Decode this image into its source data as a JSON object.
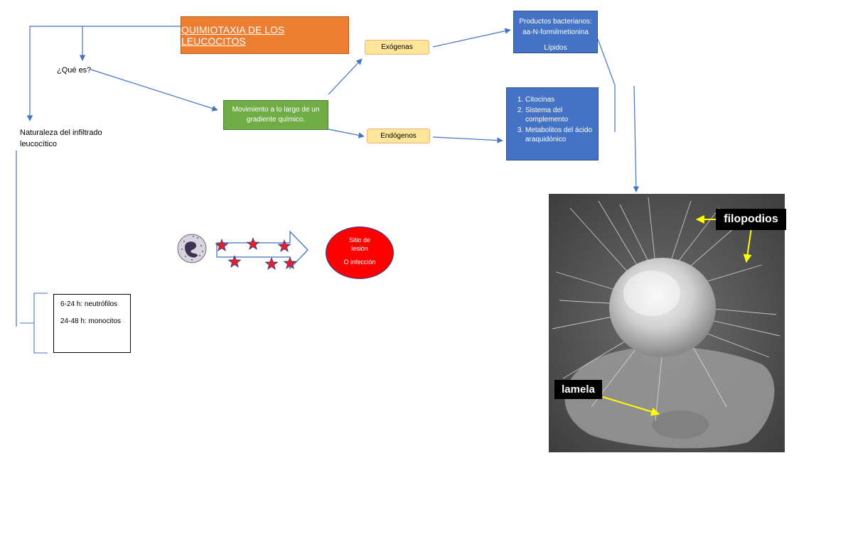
{
  "title": "QUIMIOTAXIA DE LOS LEUCOCITOS",
  "question": "¿Qué es?",
  "infiltrate_label": "Naturaleza del infiltrado leucocítico",
  "definition": "Movimiento a lo largo de un gradiente químico.",
  "exogenous": {
    "label": "Exógenas",
    "box_line1": "Productos bacterianos:",
    "box_line2": "aa-N-formilmetionina",
    "box_line3": "Lípidos"
  },
  "endogenous": {
    "label": "Endógenos",
    "items": [
      "Citocinas",
      "Sistema del complemento",
      "Metabolitos del ácido araquidónico"
    ]
  },
  "infiltrate_times": [
    "6-24 h: neutrófilos",
    "24-48 h: monocitos"
  ],
  "lesion_site": {
    "line1": "Sitio de lesión",
    "line2": "O infección"
  },
  "micrograph": {
    "label_filopodia": "filopodios",
    "label_lamella": "lamela"
  },
  "colors": {
    "title_fill": "#ED7D31",
    "definition_fill": "#70AD47",
    "pill_fill": "#FFE699",
    "pill_border": "#F4B183",
    "info_box_fill": "#4472C4",
    "connector": "#4472C4",
    "lesion_circle": "#FF0000",
    "star": "#E0202A",
    "callout_arrow": "#FFFF00"
  }
}
